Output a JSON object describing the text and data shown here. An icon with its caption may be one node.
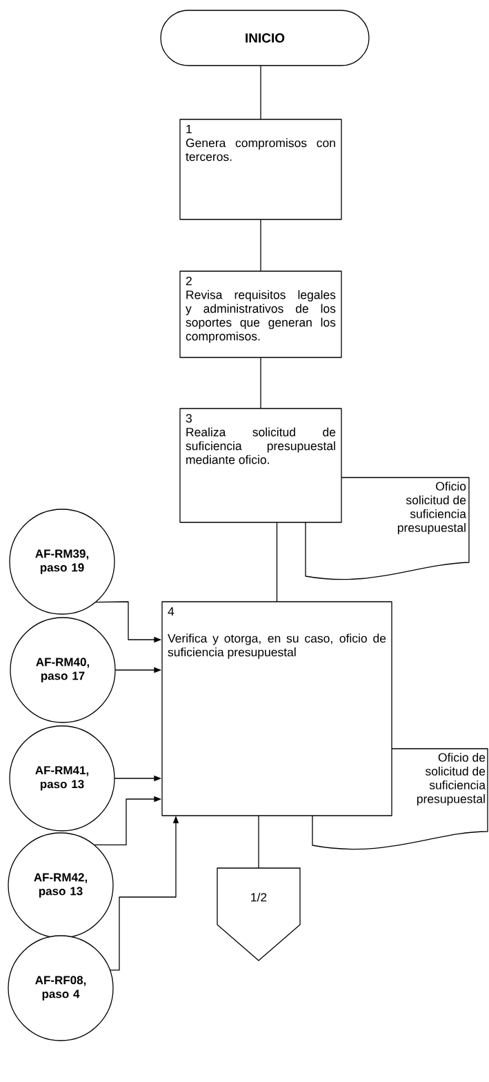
{
  "diagram": {
    "nodes": [
      {
        "text": [
          "INICIO"
        ]
      },
      {
        "text": [
          "1",
          "Genera compromisos con terceros."
        ]
      },
      {
        "text": [
          "2",
          "Revisa requisitos legales y administrativos de los soportes que generan los compromisos."
        ]
      },
      {
        "text": [
          "3",
          "Realiza solicitud de suficiencia presupuestal mediante oficio."
        ]
      },
      {
        "text": [
          "Oficio solicitud de suficiencia presupuestal"
        ]
      },
      {
        "text": [
          "4",
          "Verifica y otorga, en su caso, oficio de suficiencia presupuestal"
        ]
      },
      {
        "text": [
          "AF-RM39, paso 19"
        ]
      },
      {
        "text": [
          "AF-RM40, paso 17"
        ]
      },
      {
        "text": [
          "AF-RM41, paso 13"
        ]
      },
      {
        "text": [
          "Oficio de solicitud de suficiencia presupuestal"
        ]
      },
      {
        "text": [
          "AF-RM42, paso 13"
        ]
      },
      {
        "text": [
          "1/2"
        ]
      },
      {
        "text": [
          "AF-RF08, paso 4"
        ]
      }
    ],
    "edges": [
      {
        "from": 0,
        "to": 1,
        "arrow": "none"
      },
      {
        "from": 1,
        "to": 2,
        "arrow": "none"
      },
      {
        "from": 2,
        "to": 3,
        "arrow": "none"
      },
      {
        "from": 3,
        "to": 5,
        "arrow": "none"
      },
      {
        "from": 6,
        "to": 5,
        "arrow": "to"
      },
      {
        "from": 7,
        "to": 5,
        "arrow": "to"
      },
      {
        "from": 8,
        "to": 5,
        "arrow": "to"
      },
      {
        "from": 10,
        "to": 5,
        "arrow": "to"
      },
      {
        "from": 12,
        "to": 5,
        "arrow": "to"
      },
      {
        "from": 5,
        "to": 11,
        "arrow": "none"
      }
    ]
  }
}
